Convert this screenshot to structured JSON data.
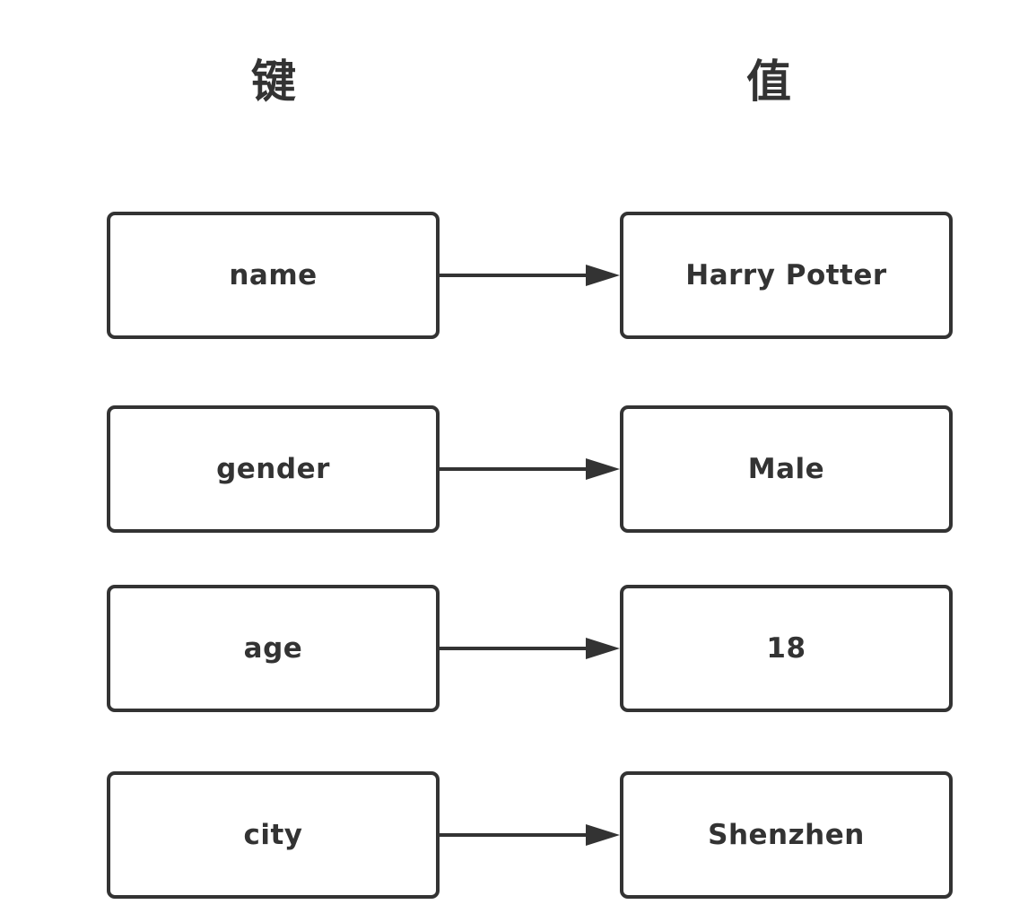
{
  "headers": {
    "key": "键",
    "value": "值"
  },
  "pairs": [
    {
      "key": "name",
      "value": "Harry Potter"
    },
    {
      "key": "gender",
      "value": "Male"
    },
    {
      "key": "age",
      "value": "18"
    },
    {
      "key": "city",
      "value": "Shenzhen"
    }
  ],
  "colors": {
    "stroke": "#333333",
    "background": "#ffffff"
  }
}
